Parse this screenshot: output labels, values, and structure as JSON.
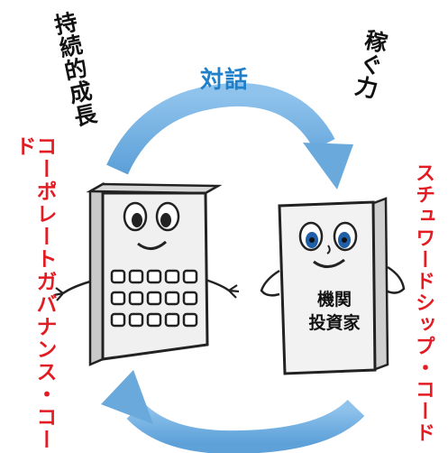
{
  "labels": {
    "dialogue": "対話",
    "sustainable_growth": "持続的成長",
    "earning_power": "稼ぐ力",
    "corporate_governance_code": "コーポレートガバナンス・コード",
    "stewardship_code": "スチュワードシップ・コード",
    "institutional_investor_line1": "機関",
    "institutional_investor_line2": "投資家"
  },
  "colors": {
    "code_text": "#e31b23",
    "dialogue_text": "#1f7fc9",
    "arrow": "#7fb8e6"
  },
  "icons": [
    "company-building-character",
    "investor-document-character",
    "cycle-arrow-top",
    "cycle-arrow-bottom"
  ]
}
